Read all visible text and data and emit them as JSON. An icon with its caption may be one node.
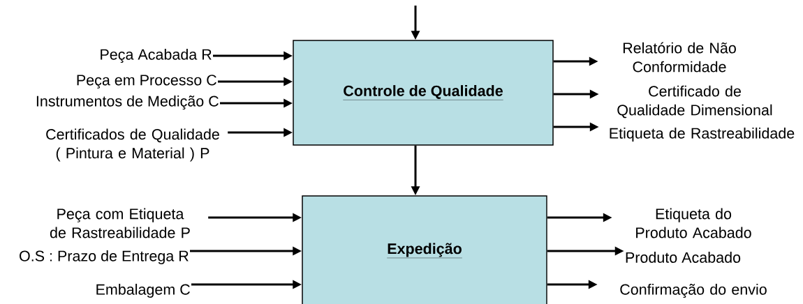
{
  "diagram": {
    "nodes": [
      {
        "text": [
          "Controle de Qualidade"
        ]
      },
      {
        "text": [
          "Peça Acabada R"
        ]
      },
      {
        "text": [
          "Peça em Processo C"
        ]
      },
      {
        "text": [
          "Instrumentos de Medição C"
        ]
      },
      {
        "text": [
          "Certificados de Qualidade ( Pintura e Material ) P"
        ]
      },
      {
        "text": [
          "Relatório de Não Conformidade"
        ]
      },
      {
        "text": [
          "Certificado de Qualidade Dimensional"
        ]
      },
      {
        "text": [
          "Etiqueta de Rastreabilidade"
        ]
      },
      {
        "text": [
          "Expedição"
        ]
      },
      {
        "text": [
          "Peça com Etiqueta de Rastreabilidade P"
        ]
      },
      {
        "text": [
          "O.S : Prazo de Entrega R"
        ]
      },
      {
        "text": [
          "Embalagem C"
        ]
      },
      {
        "text": [
          "Etiqueta do Produto Acabado"
        ]
      },
      {
        "text": [
          "Produto Acabado"
        ]
      },
      {
        "text": [
          "Confirmação do envio"
        ]
      }
    ],
    "edges": [
      {
        "from": null,
        "to": 0,
        "arrow": "to"
      },
      {
        "from": 1,
        "to": 0,
        "arrow": "to"
      },
      {
        "from": 2,
        "to": 0,
        "arrow": "to"
      },
      {
        "from": 3,
        "to": 0,
        "arrow": "to"
      },
      {
        "from": 4,
        "to": 0,
        "arrow": "to"
      },
      {
        "from": 0,
        "to": 5,
        "arrow": "to"
      },
      {
        "from": 0,
        "to": 6,
        "arrow": "to"
      },
      {
        "from": 0,
        "to": 7,
        "arrow": "to"
      },
      {
        "from": 0,
        "to": 8,
        "arrow": "to"
      },
      {
        "from": 9,
        "to": 8,
        "arrow": "to"
      },
      {
        "from": 10,
        "to": 8,
        "arrow": "to"
      },
      {
        "from": 11,
        "to": 8,
        "arrow": "to"
      },
      {
        "from": 8,
        "to": 12,
        "arrow": "to"
      },
      {
        "from": 8,
        "to": 13,
        "arrow": "to"
      },
      {
        "from": 8,
        "to": 14,
        "arrow": "to"
      }
    ]
  }
}
